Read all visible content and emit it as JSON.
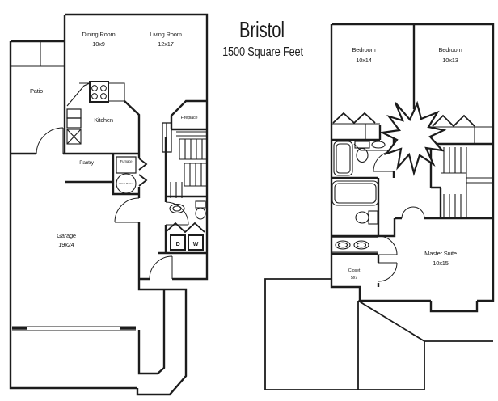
{
  "title": "Bristol",
  "subtitle": "1500 Square Feet",
  "colors": {
    "line": "#1c1c1c",
    "background": "#ffffff"
  },
  "floor1": {
    "rooms": {
      "dining": {
        "name": "Dining Room",
        "size": "10x9"
      },
      "living": {
        "name": "Living Room",
        "size": "12x17"
      },
      "patio": {
        "name": "Patio"
      },
      "kitchen": {
        "name": "Kitchen"
      },
      "pantry": {
        "name": "Pantry"
      },
      "furnace": {
        "name": "Furnace"
      },
      "water_heater": {
        "name": "Water Heater"
      },
      "fireplace": {
        "name": "Fireplace"
      },
      "garage": {
        "name": "Garage",
        "size": "19x24"
      },
      "dryer": {
        "abbr": "D"
      },
      "washer": {
        "abbr": "W"
      }
    }
  },
  "floor2": {
    "rooms": {
      "bedroom_left": {
        "name": "Bedroom",
        "size": "10x14"
      },
      "bedroom_right": {
        "name": "Bedroom",
        "size": "10x13"
      },
      "master_suite": {
        "name": "Master Suite",
        "size": "10x15"
      },
      "closet": {
        "name": "Closet",
        "size": "5x7"
      }
    }
  }
}
